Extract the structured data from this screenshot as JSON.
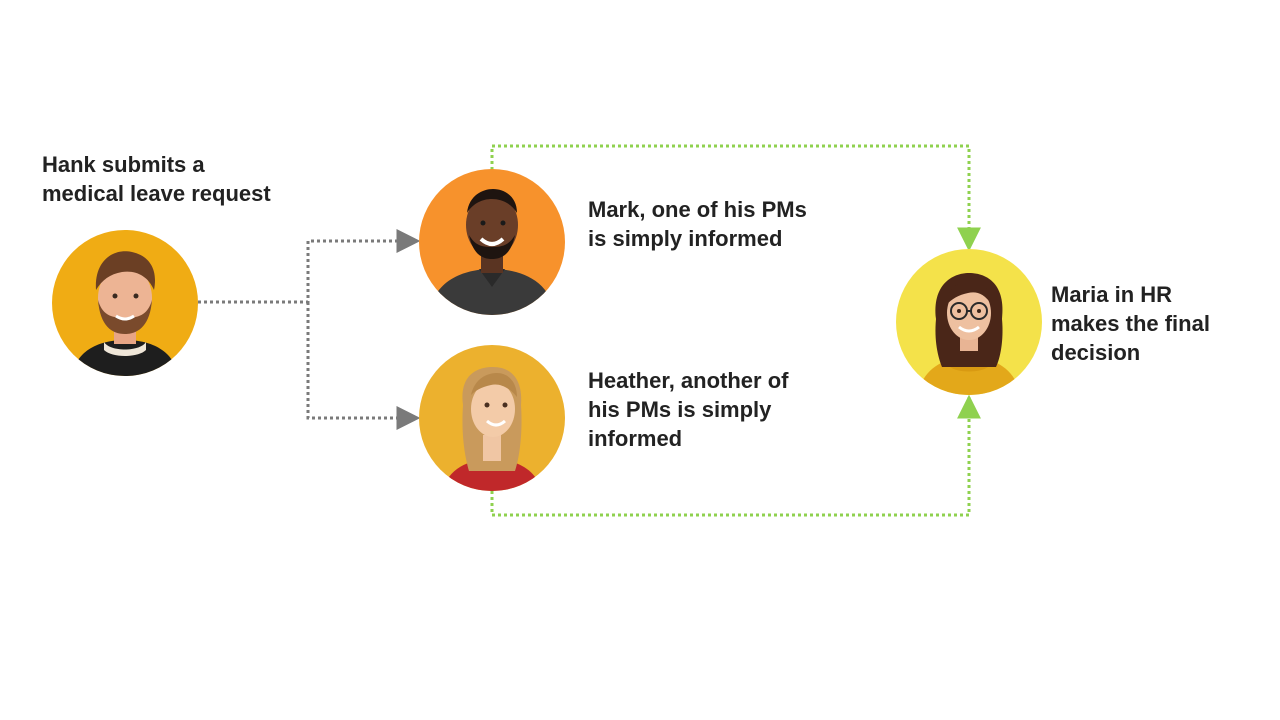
{
  "nodes": {
    "hank": {
      "label": "Hank submits a\nmedical leave request",
      "avatar_icon": "person-bearded-man-icon",
      "bg": "#F0AC14"
    },
    "mark": {
      "label": "Mark, one of his PMs\nis simply informed",
      "avatar_icon": "person-smiling-man-icon",
      "bg": "#F7922C"
    },
    "heather": {
      "label": "Heather, another of\nhis PMs is simply\ninformed",
      "avatar_icon": "person-long-hair-woman-icon",
      "bg": "#ECB12E"
    },
    "maria": {
      "label": "Maria in HR\nmakes the final\ndecision",
      "avatar_icon": "person-glasses-woman-icon",
      "bg": "#F4E24A"
    }
  },
  "colors": {
    "text": "#222222",
    "inform_line": "#7A7A7A",
    "decision_line": "#8FD14F"
  }
}
